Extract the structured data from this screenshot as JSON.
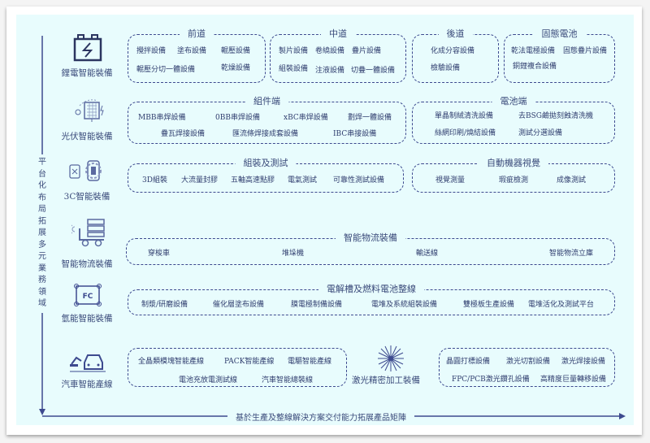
{
  "axis": {
    "vertical": "平台化布局拓展多元業務領域",
    "horizontal": "基於生產及整線解決方案交付能力拓展產品矩陣"
  },
  "categories": [
    {
      "label": "鋰電智能裝備",
      "icon": "battery-icon"
    },
    {
      "label": "光伏智能裝備",
      "icon": "solar-panel-icon"
    },
    {
      "label": "3C智能裝備",
      "icon": "phone-gear-icon"
    },
    {
      "label": "智能物流裝備",
      "icon": "forklift-icon"
    },
    {
      "label": "氫能智能裝備",
      "icon": "fuel-cell-icon"
    },
    {
      "label": "汽車智能產線",
      "icon": "car-robot-icon"
    }
  ],
  "lithium": {
    "front": {
      "title": "前道",
      "items": [
        "攪拌設備",
        "塗布設備",
        "輥壓設備",
        "輥壓分切一體設備",
        "乾燥設備"
      ]
    },
    "middle": {
      "title": "中道",
      "items": [
        "製片設備",
        "卷繞設備",
        "疊片設備",
        "組裝設備",
        "注液設備",
        "切疊一體設備"
      ]
    },
    "back": {
      "title": "後道",
      "items": [
        "化成分容設備",
        "檢驗設備"
      ]
    },
    "solid": {
      "title": "固態電池",
      "items": [
        "乾法電極設備",
        "固態疊片設備",
        "銅鋰複合設備"
      ]
    }
  },
  "pv": {
    "module": {
      "title": "組件端",
      "items": [
        "MBB串焊設備",
        "0BB串焊設備",
        "xBC串焊設備",
        "劃焊一體設備",
        "疊瓦焊接設備",
        "匯流條焊接成套設備",
        "IBC串接設備"
      ]
    },
    "cell": {
      "title": "電池端",
      "items": [
        "單晶制絨清洗設備",
        "去BSG鹼拋刻蝕清洗機",
        "絲網印刷/燒結設備",
        "測試分選設備"
      ]
    }
  },
  "c3": {
    "assembly": {
      "title": "組裝及測試",
      "items": [
        "3D組裝",
        "大流量封膠",
        "五軸高速點膠",
        "電氣測試",
        "可靠性測試設備"
      ]
    },
    "vision": {
      "title": "自動機器視覺",
      "items": [
        "視覺測量",
        "瑕疵檢測",
        "成像測試"
      ]
    }
  },
  "logistics": {
    "title": "智能物流裝備",
    "items": [
      "穿梭車",
      "堆垛機",
      "輸送線",
      "智能物流立庫"
    ]
  },
  "hydrogen": {
    "title": "電解槽及燃料電池整線",
    "items": [
      "制漿/研磨設備",
      "催化層塗布設備",
      "膜電極制備設備",
      "電堆及系統組裝設備",
      "雙極板生產設備",
      "電堆活化及測試平台"
    ]
  },
  "auto": {
    "items": [
      "全晶類模塊智能產線",
      "PACK智能產線",
      "電驅智能產線",
      "電池充放電測試線",
      "汽車智能總裝線"
    ]
  },
  "laser": {
    "title": "激光精密加工裝備",
    "items": [
      "晶圓打標設備",
      "激光切割設備",
      "激光焊接設備",
      "FPC/PCB激光鑽孔設備",
      "高精度巨量轉移設備"
    ]
  }
}
